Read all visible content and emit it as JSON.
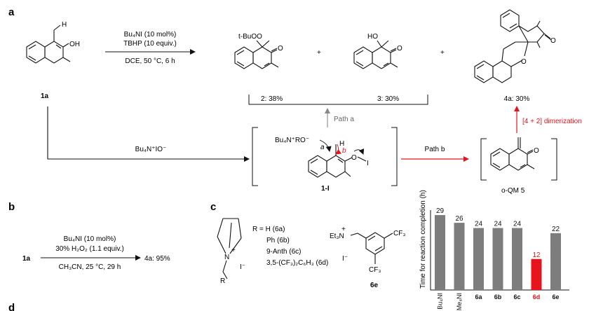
{
  "panels": {
    "a": "a",
    "b": "b",
    "c": "c",
    "d": "d"
  },
  "scheme_a": {
    "H_label": "H",
    "OH_label": "OH",
    "reagents_line1": "Bu₄NI (10 mol%)",
    "reagents_line2": "TBHP (10 equiv.)",
    "conditions": "DCE, 50 °C, 6 h",
    "compound_1a": "1a",
    "tBuOO_label": "t-BuOO",
    "O_label": "O",
    "HO_label": "HO",
    "plus": "+",
    "yield_2": "2: 38%",
    "yield_3": "3: 30%",
    "yield_4a": "4a: 30%",
    "path_a": "Path a",
    "path_b": "Path b",
    "reagent_IO": "Bu₄N⁺IO⁻",
    "reagent_RO": "Bu₄N⁺RO⁻",
    "arrow_a": "a",
    "arrow_b": "b",
    "I_label": "I",
    "intermediate": "1-I",
    "dimerization": "[4 + 2] dimerization",
    "oQM": "o-QM 5"
  },
  "scheme_b": {
    "compound": "1a",
    "line1": "Bu₄NI (10 mol%)",
    "line2": "30% H₂O₂ (1.1 equiv.)",
    "line3": "CH₃CN, 25 °C, 29 h",
    "product": "4a: 95%"
  },
  "scheme_c": {
    "N_label": "N",
    "R_label": "R",
    "I_minus": "I⁻",
    "r_groups": [
      "R = H (6a)",
      "Ph (6b)",
      "9-Anth (6c)",
      "3,5-(CF₃)₂C₆H₃ (6d)"
    ],
    "Et3N_label": "Et₃N",
    "CF3_label": "CF₃",
    "compound_6e": "6e"
  },
  "colors": {
    "highlight": "#e8141b",
    "bar": "#7d7d7d",
    "arrow_gray": "#888888"
  },
  "chart_data": {
    "type": "bar",
    "categories": [
      "Bu₄NI",
      "Me₄NI",
      "6a",
      "6b",
      "6c",
      "6d",
      "6e"
    ],
    "values": [
      29,
      26,
      24,
      24,
      24,
      12,
      22
    ],
    "ylabel": "Time for reaction completion (h)",
    "ylim": [
      0,
      32
    ],
    "highlight_index": 5,
    "grid": false
  }
}
